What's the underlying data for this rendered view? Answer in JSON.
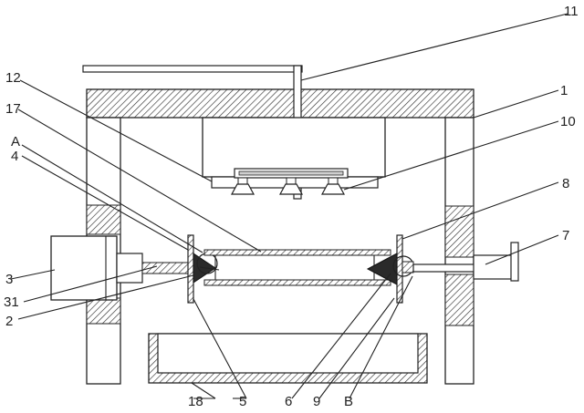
{
  "labels": {
    "l1": "1",
    "l2": "2",
    "l3": "3",
    "l31": "31",
    "l4": "4",
    "l5": "5",
    "l6": "6",
    "l7": "7",
    "l8": "8",
    "l9": "9",
    "l10": "10",
    "l11": "11",
    "l12": "12",
    "l17": "17",
    "l18": "18",
    "lA": "A",
    "lB": "B"
  }
}
